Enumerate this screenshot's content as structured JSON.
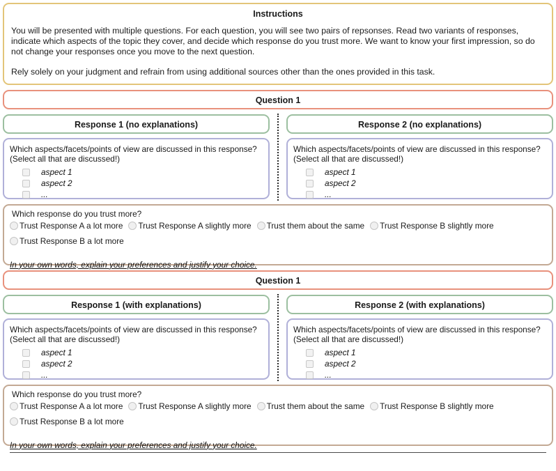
{
  "instructions": {
    "title": "Instructions",
    "paragraph1": "You will be presented with multiple questions. For each question, you will see two pairs of repsonses. Read two variants of responses, indicate which aspects of the topic they cover, and decide which response do you trust more. We want to know your first impression, so do not change your responses once you move to the next question.",
    "paragraph2": "Rely solely on your judgment and refrain from using additional sources other than the ones provided in this task."
  },
  "aspect_prompt": "Which aspects/facets/points of view are discussed in this response? (Select all that are discussed!)",
  "aspect_options": [
    "aspect 1",
    "aspect 2",
    "..."
  ],
  "trust": {
    "question": "Which response do you trust more?",
    "options": [
      "Trust Response A a lot more",
      "Trust Response A slightly more",
      "Trust them about the same",
      "Trust Response B slightly more",
      "Trust Response B a lot more"
    ],
    "explain_placeholder": "In your own words, explain your preferences and justify your choice.",
    "explain_value": ""
  },
  "blocks": [
    {
      "question_title": "Question 1",
      "response_left_title": "Response 1 (no explanations)",
      "response_right_title": "Response 2 (no explanations)"
    },
    {
      "question_title": "Question 1",
      "response_left_title": "Response 1 (with explanations)",
      "response_right_title": "Response 2 (with explanations)"
    }
  ],
  "colors": {
    "instructions_border": "#e3c579",
    "question_border": "#e8917c",
    "response_border": "#9cbfa0",
    "aspect_border": "#b0b0d8",
    "trust_border": "#c3a994",
    "divider": "#2b2b2b"
  }
}
